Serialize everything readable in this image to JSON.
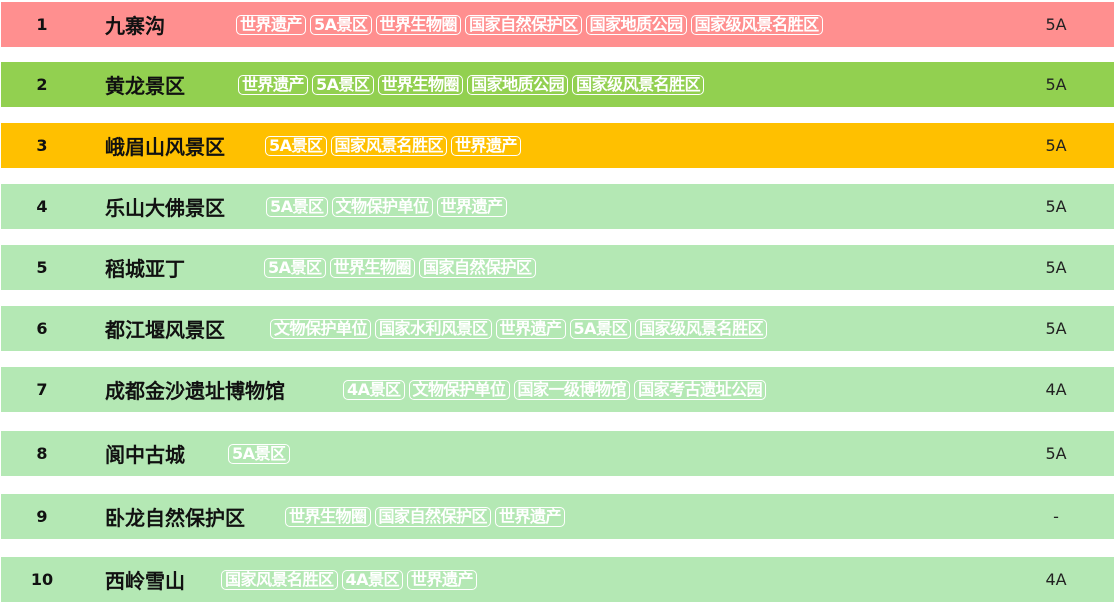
{
  "colors": {
    "rank1_bg": "#ff8f8f",
    "rank2_bg": "#92d050",
    "rank3_bg": "#ffc000",
    "default_bg": "#b4e8b4",
    "tag_border": "#ffffff"
  },
  "rows": [
    {
      "rank": "1",
      "name": "九寨沟",
      "tags": [
        "世界遗产",
        "5A景区",
        "世界生物圈",
        "国家自然保护区",
        "国家地质公园",
        "国家级风景名胜区"
      ],
      "grade": "5A"
    },
    {
      "rank": "2",
      "name": "黄龙景区",
      "tags": [
        "世界遗产",
        "5A景区",
        "世界生物圈",
        "国家地质公园",
        "国家级风景名胜区"
      ],
      "grade": "5A"
    },
    {
      "rank": "3",
      "name": "峨眉山风景区",
      "tags": [
        "5A景区",
        "国家风景名胜区",
        "世界遗产"
      ],
      "grade": "5A"
    },
    {
      "rank": "4",
      "name": "乐山大佛景区",
      "tags": [
        "5A景区",
        "文物保护单位",
        "世界遗产"
      ],
      "grade": "5A"
    },
    {
      "rank": "5",
      "name": "稻城亚丁",
      "tags": [
        "5A景区",
        "世界生物圈",
        "国家自然保护区"
      ],
      "grade": "5A"
    },
    {
      "rank": "6",
      "name": "都江堰风景区",
      "tags": [
        "文物保护单位",
        "国家水利风景区",
        "世界遗产",
        "5A景区",
        "国家级风景名胜区"
      ],
      "grade": "5A"
    },
    {
      "rank": "7",
      "name": "成都金沙遗址博物馆",
      "tags": [
        "4A景区",
        "文物保护单位",
        "国家一级博物馆",
        "国家考古遗址公园"
      ],
      "grade": "4A"
    },
    {
      "rank": "8",
      "name": "阆中古城",
      "tags": [
        "5A景区"
      ],
      "grade": "5A"
    },
    {
      "rank": "9",
      "name": "卧龙自然保护区",
      "tags": [
        "世界生物圈",
        "国家自然保护区",
        "世界遗产"
      ],
      "grade": "-"
    },
    {
      "rank": "10",
      "name": "西岭雪山",
      "tags": [
        "国家风景名胜区",
        "4A景区",
        "世界遗产"
      ],
      "grade": "4A"
    }
  ]
}
